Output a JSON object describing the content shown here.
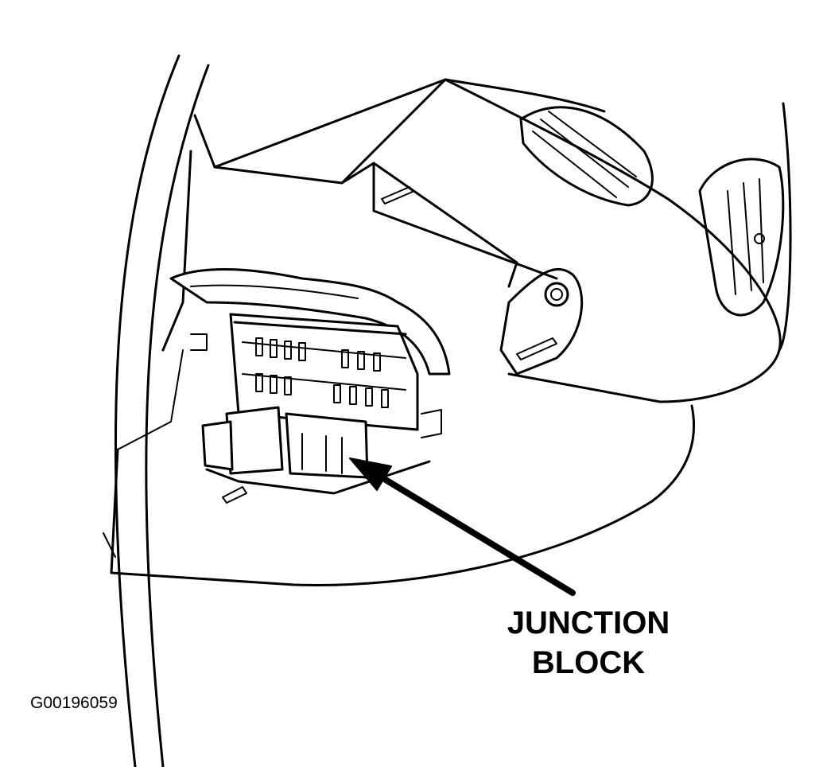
{
  "callout": {
    "line1": "JUNCTION",
    "line2": "BLOCK"
  },
  "figure_id": "G00196059"
}
